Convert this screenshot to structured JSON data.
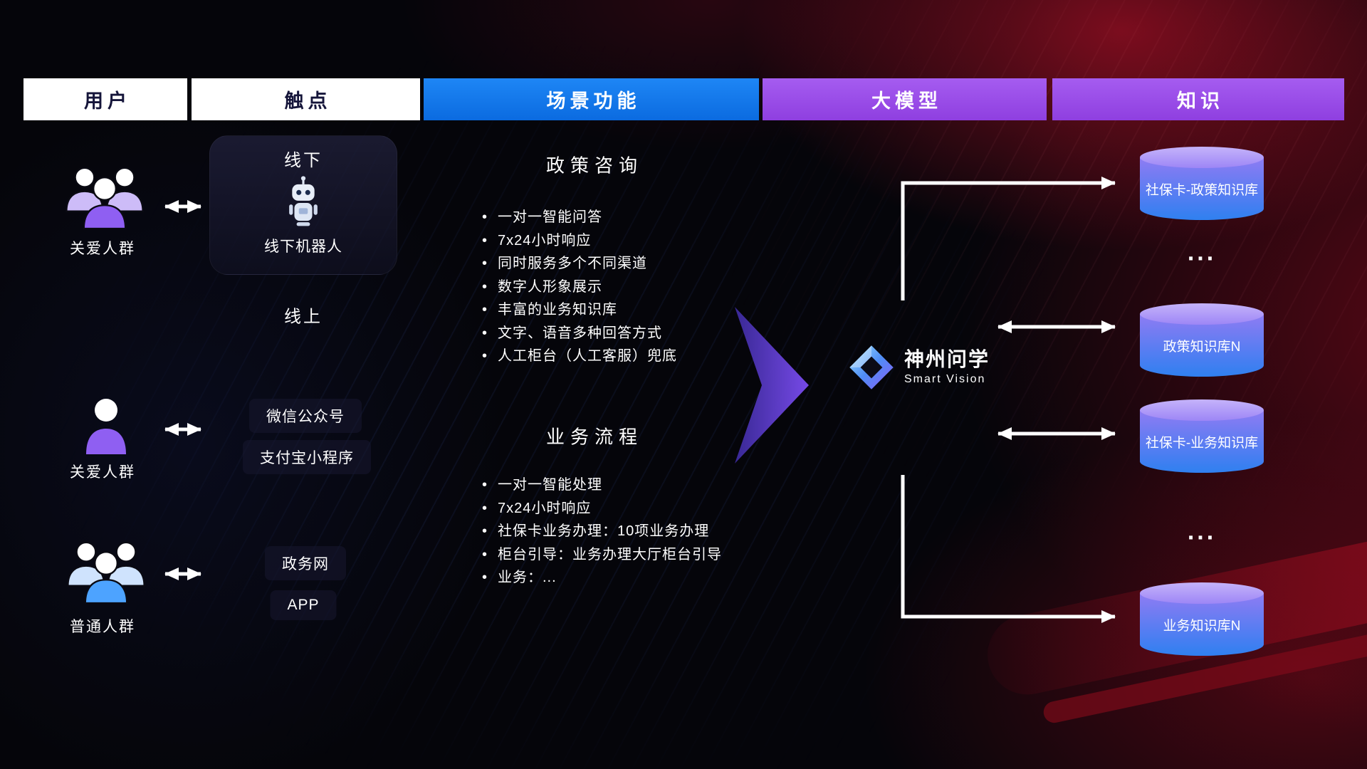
{
  "header": {
    "columns": [
      {
        "label": "用户",
        "variant": "white"
      },
      {
        "label": "触点",
        "variant": "white"
      },
      {
        "label": "场景功能",
        "variant": "blue"
      },
      {
        "label": "大模型",
        "variant": "purple"
      },
      {
        "label": "知识",
        "variant": "purple"
      }
    ]
  },
  "users": {
    "groups": [
      {
        "label": "关爱人群",
        "icon": "people-group-icon",
        "color": "#8f5ff2"
      },
      {
        "label": "关爱人群",
        "icon": "person-icon",
        "color": "#8f5ff2"
      },
      {
        "label": "普通人群",
        "icon": "people-group-icon",
        "color": "#4da3ff"
      }
    ]
  },
  "touchpoints": {
    "offline": {
      "title": "线下",
      "robot_icon": "robot-icon",
      "robot_label": "线下机器人"
    },
    "online_title": "线上",
    "channels": [
      "微信公众号",
      "支付宝小程序",
      "政务网",
      "APP"
    ]
  },
  "scenarios": {
    "bullet_char": "•",
    "policy": {
      "title": "政策咨询",
      "items": [
        "一对一智能问答",
        "7x24小时响应",
        "同时服务多个不同渠道",
        "数字人形象展示",
        "丰富的业务知识库",
        "文字、语音多种回答方式",
        "人工柜台（人工客服）兜底"
      ]
    },
    "business": {
      "title": "业务流程",
      "items": [
        "一对一智能处理",
        "7x24小时响应",
        "社保卡业务办理：10项业务办理",
        "柜台引导：业务办理大厅柜台引导",
        "业务：..."
      ]
    }
  },
  "model": {
    "logo_icon": "diamond-logo",
    "name": "神州问学",
    "subtitle": "Smart Vision"
  },
  "knowledge": {
    "databases": [
      {
        "label": "社保卡-政策知识库"
      },
      {
        "label": "政策知识库N"
      },
      {
        "label": "社保卡-业务知识库"
      },
      {
        "label": "业务知识库N"
      }
    ],
    "ellipsis": "..."
  },
  "colors": {
    "header_blue": "#0f7bf0",
    "header_purple": "#9b4fe8",
    "accent_purple": "#7c4df2",
    "db_gradient_top": "#8f7cf3",
    "db_gradient_bottom": "#2f80f0",
    "background_red": "#8f0a1e",
    "arrow_white": "#ffffff"
  }
}
